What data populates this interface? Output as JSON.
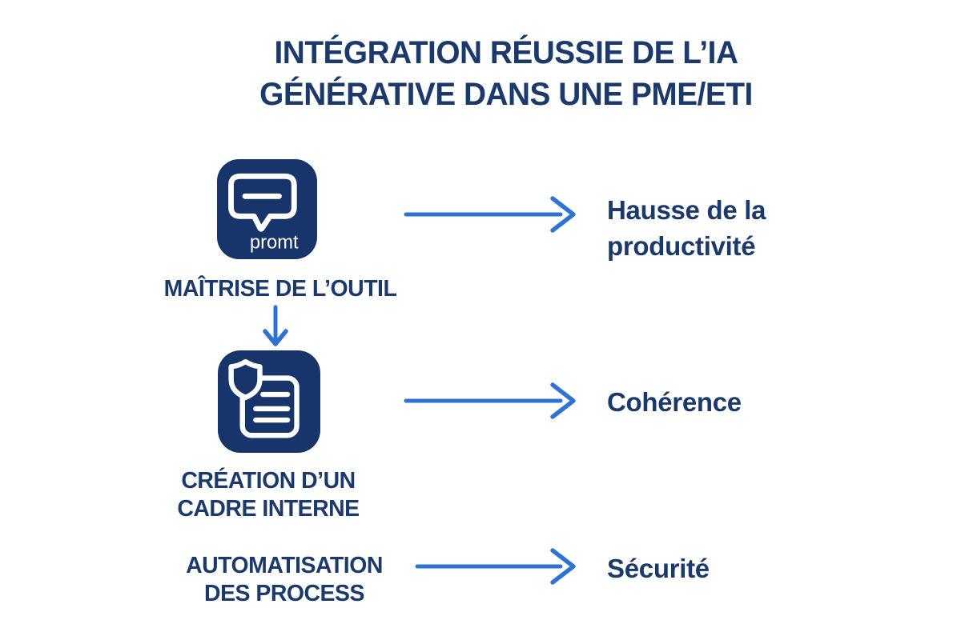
{
  "title": {
    "line1": "INTÉGRATION RÉUSSIE DE L’IA",
    "line2": "GÉNÉRATIVE DANS UNE PME/ETI"
  },
  "colors": {
    "navy_text": "#1b3a6b",
    "icon_fill": "#17356a",
    "arrow_blue": "#2e73d4",
    "icon_stroke": "#ffffff",
    "background": "#ffffff"
  },
  "steps": [
    {
      "icon": "prompt-chat-bubble-icon",
      "icon_caption": "promt",
      "label": "MAÎTRISE DE L’OUTIL",
      "outcome": "Hausse de la productivité"
    },
    {
      "icon": "shield-document-icon",
      "label_line1": "CRÉATION D’UN",
      "label_line2": "CADRE INTERNE",
      "outcome": "Cohérence"
    },
    {
      "label_line1": "AUTOMATISATION",
      "label_line2": "DES PROCESS",
      "outcome": "Sécurité"
    }
  ]
}
